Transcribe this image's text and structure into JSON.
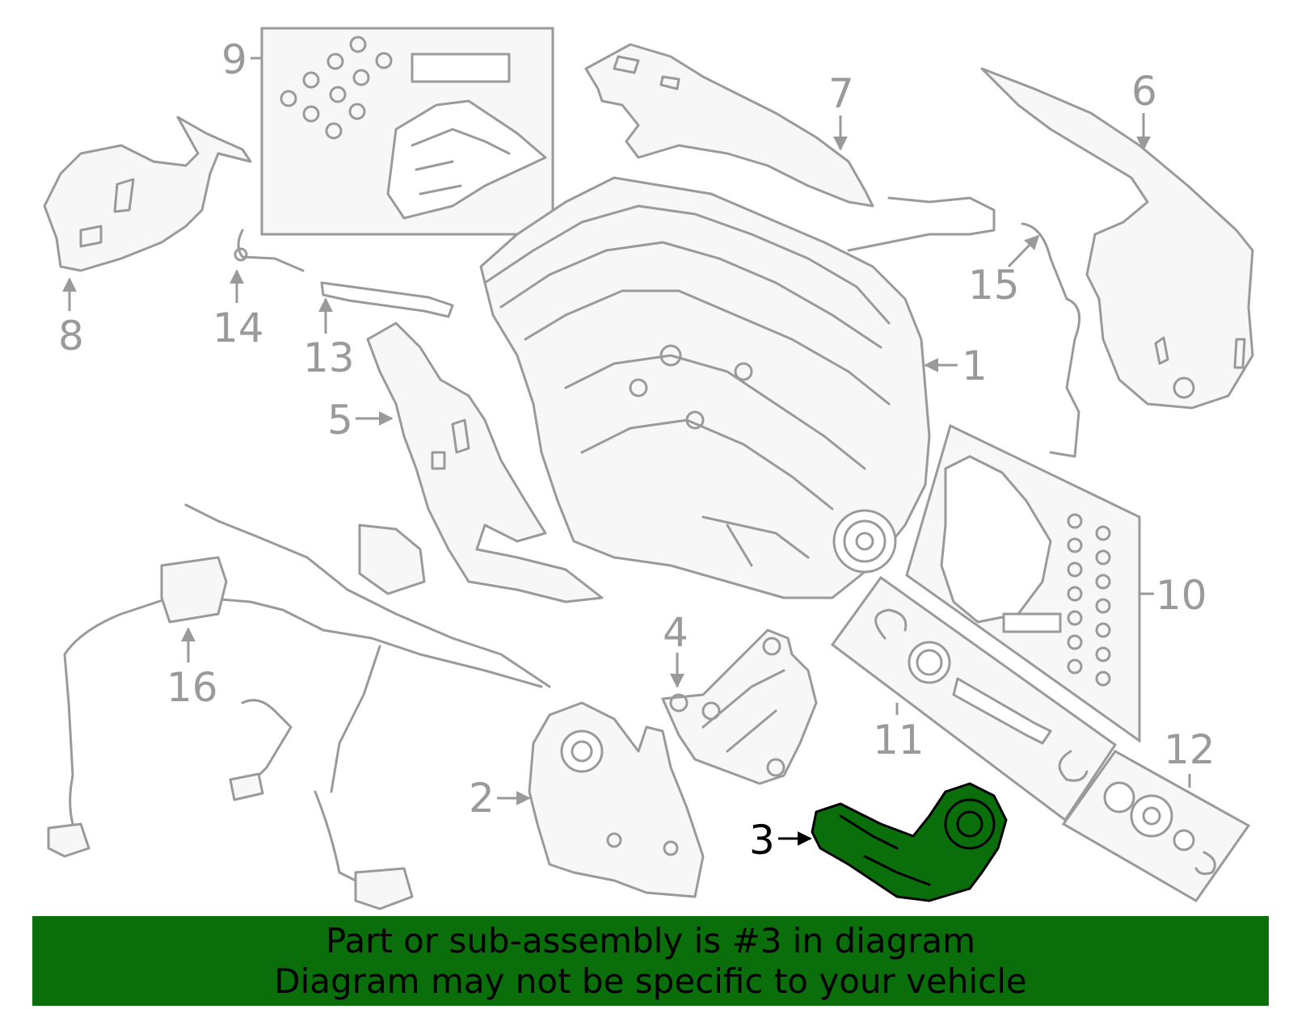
{
  "callouts": {
    "c1": "1",
    "c2": "2",
    "c3": "3",
    "c4": "4",
    "c5": "5",
    "c6": "6",
    "c7": "7",
    "c8": "8",
    "c9": "9",
    "c10": "10",
    "c11": "11",
    "c12": "12",
    "c13": "13",
    "c14": "14",
    "c15": "15",
    "c16": "16"
  },
  "highlight": {
    "part_number": "3",
    "color": "#0a6e0a"
  },
  "banner": {
    "line1": "Part or sub-assembly is #3 in diagram",
    "line2": "Diagram may not be specific to your vehicle"
  }
}
